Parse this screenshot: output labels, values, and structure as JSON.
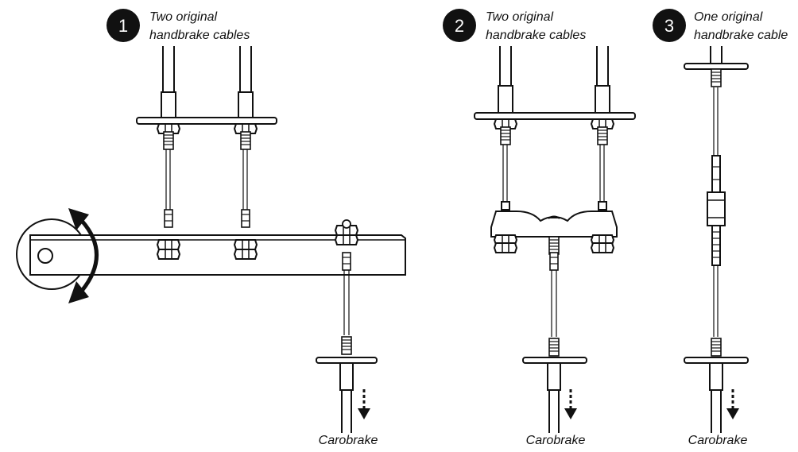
{
  "panels": [
    {
      "number": "1",
      "label_line1": "Two original",
      "label_line2": "handbrake cables",
      "bottom_label": "Carobrake"
    },
    {
      "number": "2",
      "label_line1": "Two original",
      "label_line2": "handbrake cables",
      "bottom_label": "Carobrake"
    },
    {
      "number": "3",
      "label_line1": "One original",
      "label_line2": "handbrake cable",
      "bottom_label": "Carobrake"
    }
  ]
}
